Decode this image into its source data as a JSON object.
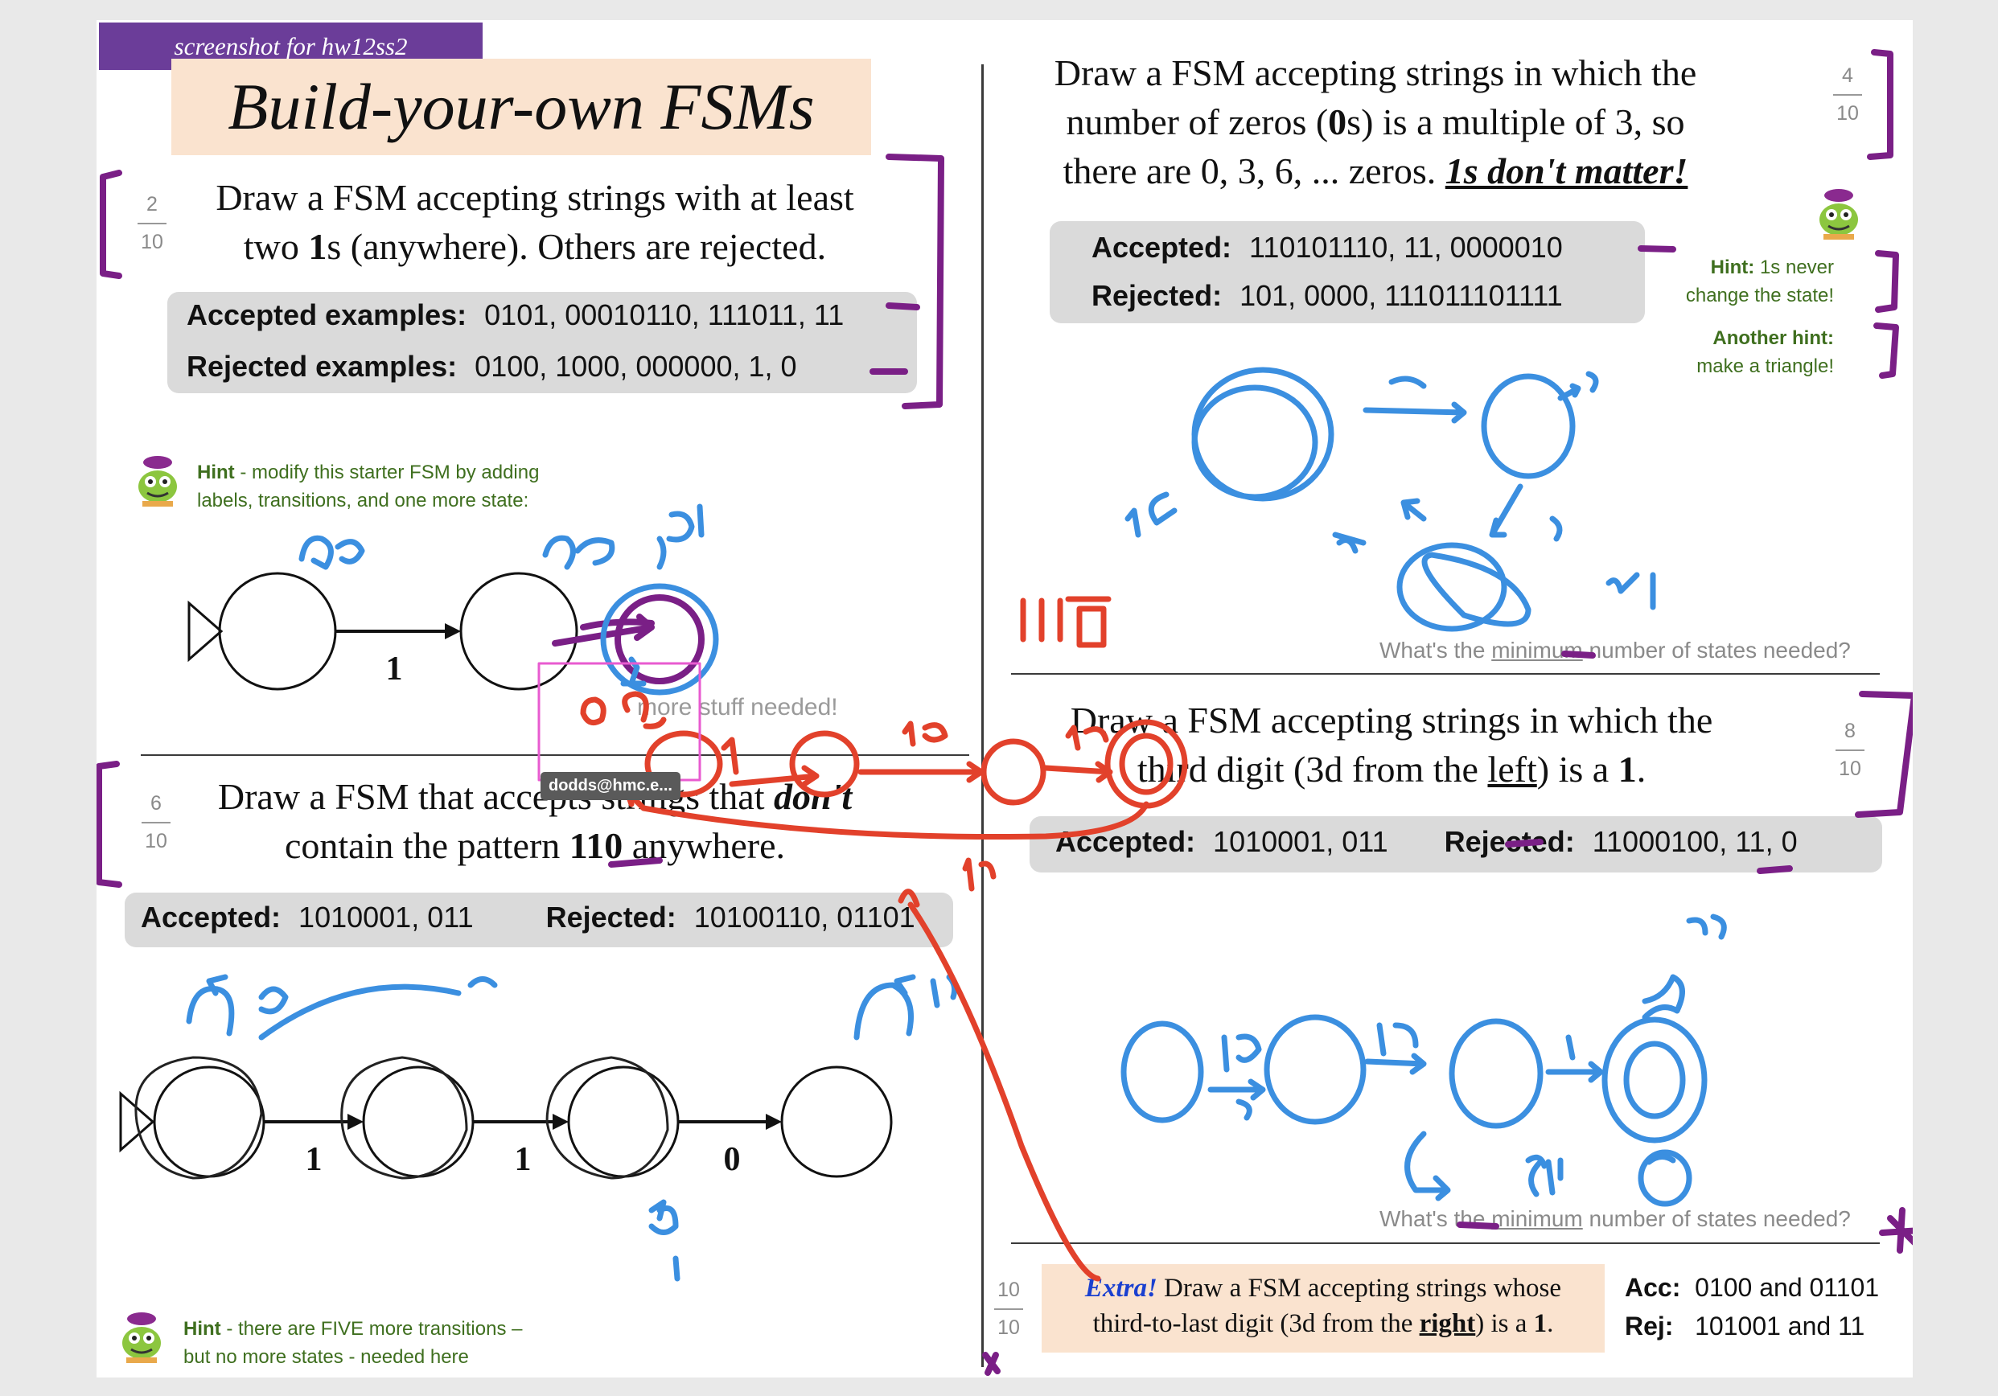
{
  "tag": "screenshot for hw12ss2",
  "title": "Build-your-own FSMs",
  "p1": {
    "score_num": "2",
    "score_den": "10",
    "line1": "Draw a FSM accepting strings with at least",
    "line2_a": "two ",
    "line2_b": "1",
    "line2_c": "s (anywhere). Others are rejected.",
    "acc_label": "Accepted examples:",
    "acc_vals": "0101, 00010110, 111011, 11",
    "rej_label": "Rejected examples:",
    "rej_vals": "0100, 1000, 000000, 1, 0",
    "hint_bold": "Hint",
    "hint_text1": " - modify this starter FSM by adding",
    "hint_text2": "labels, transitions, and one more state:",
    "transition": "1",
    "more_needed": "more stuff needed!"
  },
  "p2": {
    "score_num": "4",
    "score_den": "10",
    "line1": "Draw a FSM accepting strings in which the",
    "line2_a": "number of zeros (",
    "line2_b": "0",
    "line2_c": "s) is a multiple of 3, so",
    "line3_a": "there are 0, 3, 6, ... zeros.  ",
    "line3_b": "1s don't matter!",
    "acc_label": "Accepted:",
    "acc_vals": "110101110,  11,  0000010",
    "rej_label": "Rejected:",
    "rej_vals": "101,  0000,  111011101111",
    "hint1_bold": "Hint:",
    "hint1_text": " 1s never",
    "hint1_line2": "change the state!",
    "hint2_bold": "Another hint:",
    "hint2_line2": "make a triangle!",
    "min_q_a": "What's the ",
    "min_q_b": "minimum",
    "min_q_c": " number of states needed?"
  },
  "p3": {
    "score_num": "6",
    "score_den": "10",
    "line1_a": "Draw a FSM that accepts strings that ",
    "line1_b": "don't",
    "line2_a": "contain the pattern ",
    "line2_b": "110",
    "line2_c": " anywhere.",
    "acc_label": "Accepted:",
    "acc_vals": "1010001, 011",
    "rej_label": "Rejected:",
    "rej_vals": "10100110, 01101",
    "transitions": [
      "1",
      "1",
      "0"
    ],
    "hint_bold": "Hint",
    "hint_text1": " -  there are FIVE more transitions –",
    "hint_text2": "but no more states - needed here"
  },
  "p4": {
    "score_num": "8",
    "score_den": "10",
    "line1": "Draw a FSM accepting strings in which the",
    "line2_a": "third digit (3d from the ",
    "line2_b": "left",
    "line2_c": ") is a ",
    "line2_d": "1",
    "line2_e": ".",
    "acc_label": "Accepted:",
    "acc_vals": "1010001, 011",
    "rej_label": "Rejected:",
    "rej_vals": "11000100, 11, 0",
    "min_q_a": "What's the ",
    "min_q_b": "minimum",
    "min_q_c": " number of states needed?"
  },
  "extra": {
    "score_num": "10",
    "score_den": "10",
    "label": "Extra!",
    "line1": " Draw a FSM accepting strings whose",
    "line2_a": "third-to-last digit (3d from the ",
    "line2_b": "right",
    "line2_c": ") is a ",
    "line2_d": "1",
    "line2_e": ".",
    "acc_label": "Acc:",
    "acc_vals": "0100 and 01101",
    "rej_label": "Rej:",
    "rej_vals": "101001  and 11"
  },
  "user_badge": "dodds@hmc.e...",
  "ink_colors": {
    "purple": "#7a1f86",
    "blue": "#3b8fe0",
    "red": "#e2412b",
    "pink": "#e85bd0"
  }
}
